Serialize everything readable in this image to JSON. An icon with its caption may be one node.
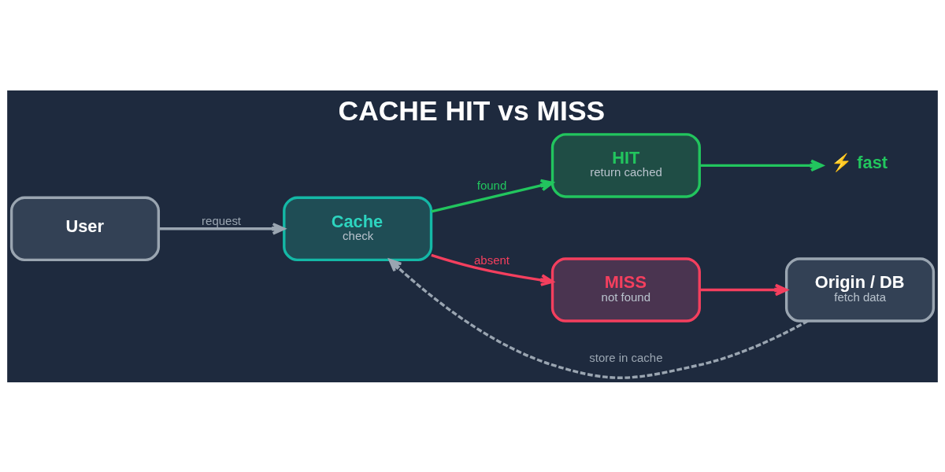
{
  "diagram": {
    "title": "CACHE HIT vs MISS",
    "nodes": [
      {
        "text": [
          "User"
        ]
      },
      {
        "text": [
          "Cache",
          "check"
        ]
      },
      {
        "text": [
          "HIT",
          "return cached"
        ]
      },
      {
        "text": [
          "MISS",
          "not found"
        ]
      },
      {
        "text": [
          "Origin / DB",
          "fetch data"
        ]
      },
      {
        "text": [
          "⚡ fast"
        ]
      }
    ],
    "edges": [
      {
        "from": 0,
        "to": 1,
        "arrow": "to",
        "label": "request"
      },
      {
        "from": 1,
        "to": 2,
        "arrow": "to",
        "label": "found",
        "color": "#22c55e"
      },
      {
        "from": 1,
        "to": 3,
        "arrow": "to",
        "label": "absent",
        "color": "#f43f5e"
      },
      {
        "from": 2,
        "to": 5,
        "arrow": "to",
        "color": "#22c55e"
      },
      {
        "from": 3,
        "to": 4,
        "arrow": "to",
        "color": "#f43f5e"
      },
      {
        "from": 4,
        "to": 1,
        "arrow": "to",
        "label": "store in cache",
        "style": "dashed"
      }
    ]
  }
}
